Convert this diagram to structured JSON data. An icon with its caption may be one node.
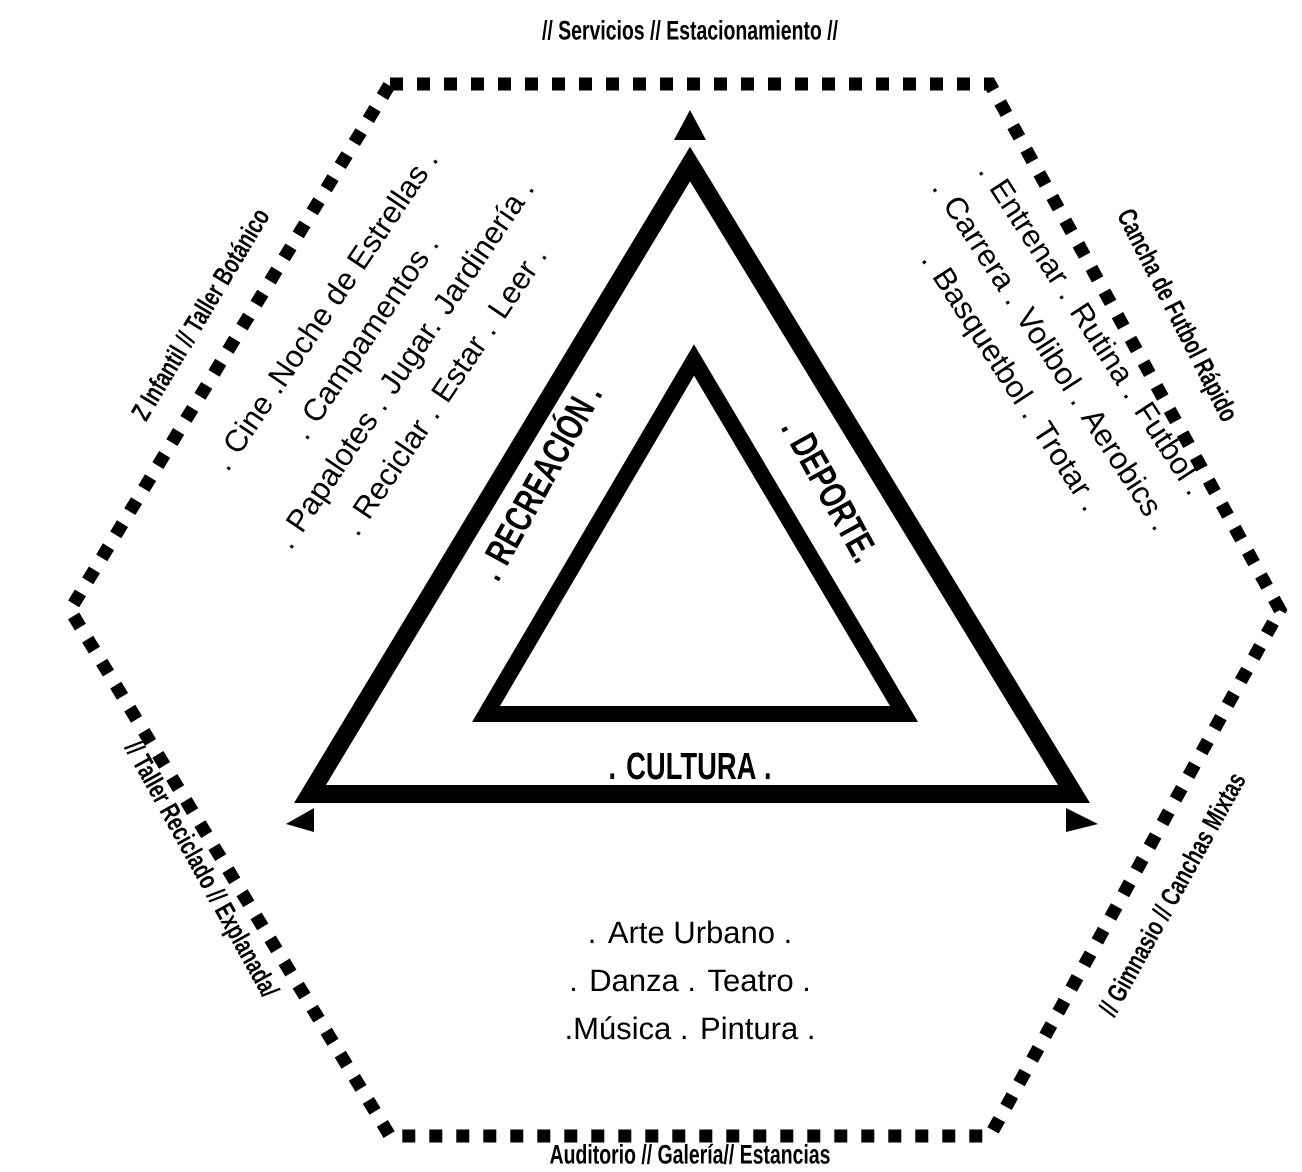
{
  "diagram": {
    "nodes": [
      {
        "text": [
          "// Servicios // Estacionamiento //",
          "Cancha de Futbol Rápido",
          "// Gimnasio // Canchas Mixtas",
          "Auditorio // Galería// Estancias",
          "// Taller Reciclado // Explanada/",
          "Z Infantil // Taller Botánico"
        ]
      },
      {
        "text": [
          ". RECREACIÓN .",
          ". DEPORTE.",
          ". CULTURA ."
        ],
        "in": 0
      },
      {
        "text": [],
        "shape": "triangle",
        "in": 1
      }
    ],
    "labels": [
      ". Cine .Noche de Estrellas .",
      ". Campamentos .",
      ". Papalotes . Jugar. Jardinería .",
      ". Reciclar . Estar . Leer .",
      ". Entrenar . Rutina . Futbol .",
      ". Carrera . Volibol . Aerobics .",
      ". Basquetbol . Trotar .",
      ". Arte Urbano .",
      ". Danza . Teatro .",
      ".Música . Pintura ."
    ]
  }
}
